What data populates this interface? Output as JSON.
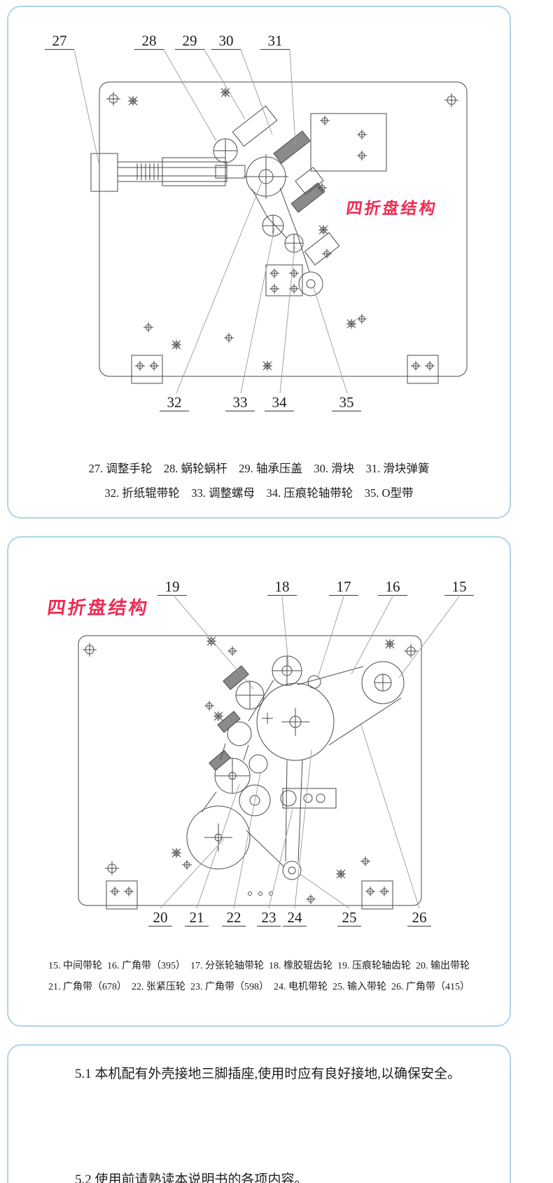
{
  "page": {
    "panel_border_color": "#aed6e6",
    "accent_red": "#ee2b52",
    "line_color": "#4a4a4a"
  },
  "panel1": {
    "label": "四折盘结构",
    "callouts_top": [
      "27",
      "28",
      "29",
      "30",
      "31"
    ],
    "callouts_bottom": [
      "32",
      "33",
      "34",
      "35"
    ],
    "caption_line1": "27. 调整手轮　28. 蜗轮蜗杆　29. 轴承压盖　30. 滑块　31. 滑块弹簧",
    "caption_line2": "32. 折纸辊带轮　33. 调整螺母　34. 压痕轮轴带轮　35. O型带"
  },
  "panel2": {
    "label": "四折盘结构",
    "callouts_top": [
      "19",
      "18",
      "17",
      "16",
      "15"
    ],
    "callouts_bottom": [
      "20",
      "21",
      "22",
      "23",
      "24",
      "25",
      "26"
    ],
    "caption_line1": "15. 中间带轮  16. 广角带（395）  17. 分张轮轴带轮  18. 橡胶辊齿轮  19. 压痕轮轴齿轮  20. 输出带轮",
    "caption_line2": "21. 广角带（678）  22. 张紧压轮  23. 广角带（598）  24. 电机带轮  25. 输入带轮  26. 广角带（415）"
  },
  "panel3": {
    "line1": "5.1 本机配有外壳接地三脚插座,使用时应有良好接地,以确保安全。",
    "line2": "5.2 使用前请熟读本说明书的各项内容。"
  }
}
